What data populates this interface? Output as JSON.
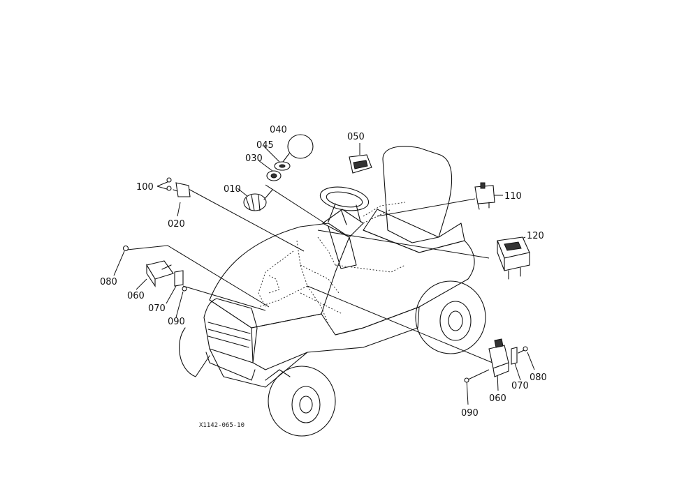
{
  "diagram": {
    "drawing_code": "X1142-065-10",
    "callouts": [
      {
        "id": "c040",
        "label": "040"
      },
      {
        "id": "c050",
        "label": "050"
      },
      {
        "id": "c045",
        "label": "045"
      },
      {
        "id": "c030",
        "label": "030"
      },
      {
        "id": "c100",
        "label": "100"
      },
      {
        "id": "c010",
        "label": "010"
      },
      {
        "id": "c110",
        "label": "110"
      },
      {
        "id": "c020",
        "label": "020"
      },
      {
        "id": "c120",
        "label": "120"
      },
      {
        "id": "c080a",
        "label": "080"
      },
      {
        "id": "c060a",
        "label": "060"
      },
      {
        "id": "c070a",
        "label": "070"
      },
      {
        "id": "c090a",
        "label": "090"
      },
      {
        "id": "c080b",
        "label": "080"
      },
      {
        "id": "c070b",
        "label": "070"
      },
      {
        "id": "c060b",
        "label": "060"
      },
      {
        "id": "c090b",
        "label": "090"
      }
    ]
  }
}
